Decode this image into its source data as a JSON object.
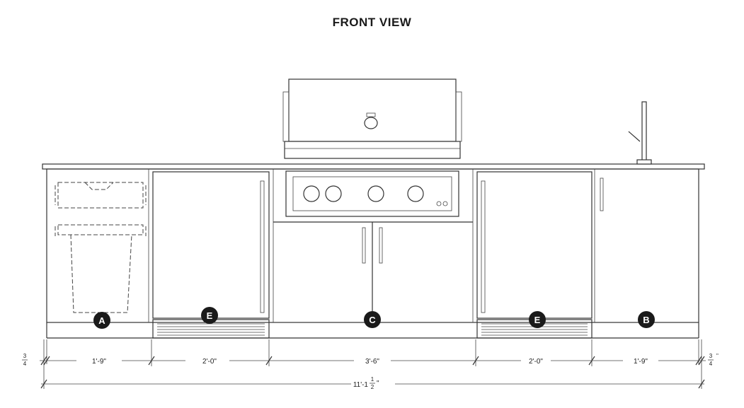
{
  "title": "FRONT VIEW",
  "badges": {
    "a": "A",
    "b": "B",
    "c": "C",
    "e1": "E",
    "e2": "E"
  },
  "dimensions": {
    "left_edge": {
      "num": "3",
      "den": "4"
    },
    "trash": "1'-9\"",
    "fridge_left": "2'-0\"",
    "grill": "3'-6\"",
    "fridge_right": "2'-0\"",
    "sink_cabinet": "1'-9\"",
    "right_edge": {
      "num": "3",
      "den": "4",
      "unit": "\""
    },
    "overall_whole": "11'-1",
    "overall_num": "1",
    "overall_den": "2",
    "overall_unit": "\""
  },
  "colors": {
    "line": "#333333",
    "badge": "#1a1a1a"
  }
}
